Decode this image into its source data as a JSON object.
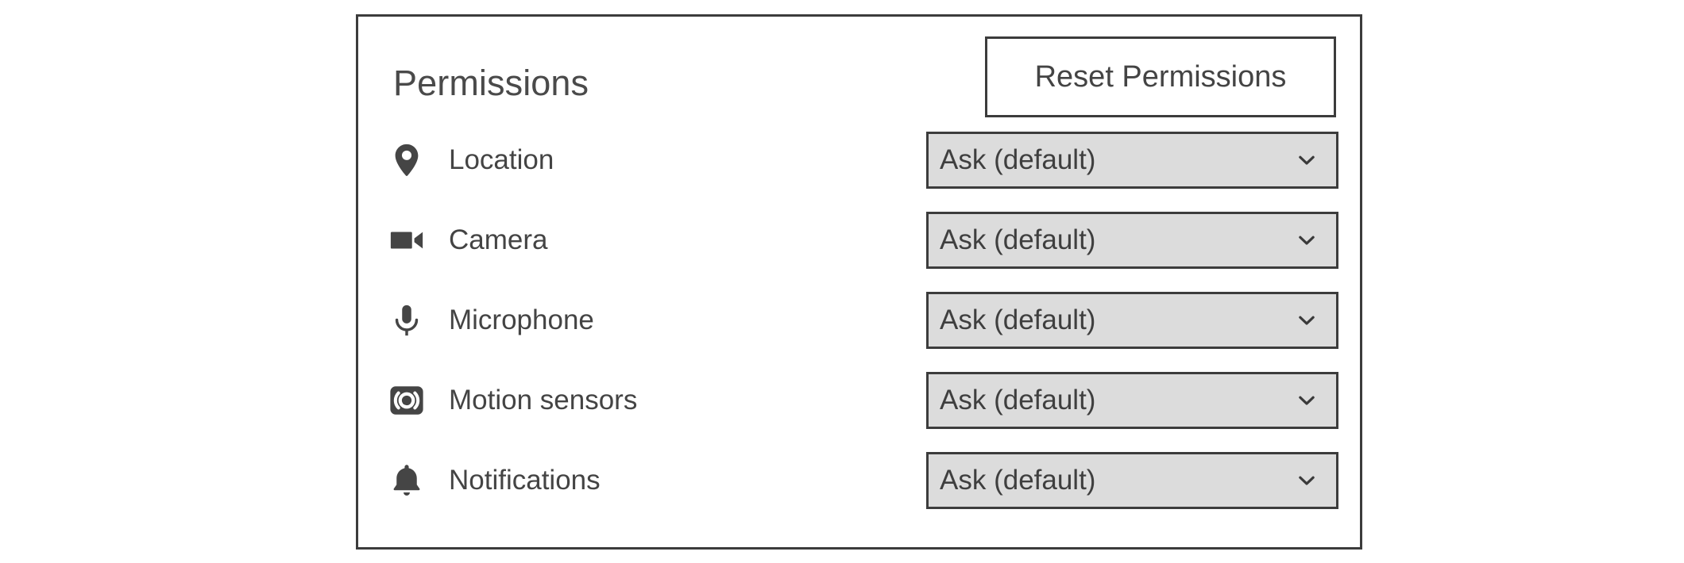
{
  "panel": {
    "title": "Permissions",
    "reset_button_label": "Reset Permissions",
    "colors": {
      "panel_border": "#3c3c3c",
      "panel_background": "#ffffff",
      "text": "#444444",
      "icon": "#454545",
      "select_background": "#dcdcdc",
      "select_border": "#3c3c3c"
    },
    "permissions": [
      {
        "name": "Location",
        "icon": "location-pin-icon",
        "value": "Ask (default)",
        "dropdown_icon": "chevron-down-icon"
      },
      {
        "name": "Camera",
        "icon": "video-camera-icon",
        "value": "Ask (default)",
        "dropdown_icon": "chevron-down-icon"
      },
      {
        "name": "Microphone",
        "icon": "microphone-icon",
        "value": "Ask (default)",
        "dropdown_icon": "chevron-down-icon"
      },
      {
        "name": "Motion sensors",
        "icon": "motion-sensors-icon",
        "value": "Ask (default)",
        "dropdown_icon": "chevron-down-icon"
      },
      {
        "name": "Notifications",
        "icon": "bell-icon",
        "value": "Ask (default)",
        "dropdown_icon": "chevron-down-icon"
      }
    ]
  }
}
